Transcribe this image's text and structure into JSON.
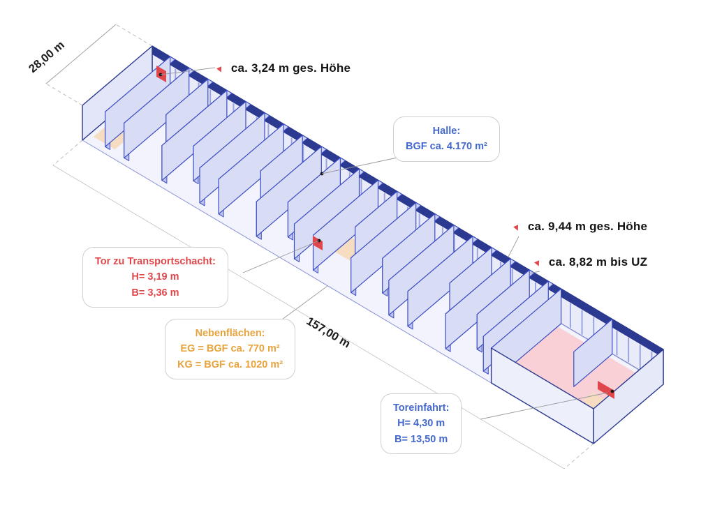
{
  "dimensions": {
    "width_label": "28,00 m",
    "length_label": "157,00 m"
  },
  "height_annotations": [
    {
      "text": "ca. 3,24 m ges. Höhe"
    },
    {
      "text": "ca. 9,44 m ges. Höhe"
    },
    {
      "text": "ca. 8,82 m bis UZ"
    }
  ],
  "callouts": {
    "halle": {
      "title": "Halle:",
      "lines": [
        "BGF ca. 4.170 m²"
      ]
    },
    "tor_transportschacht": {
      "title": "Tor zu Transportschacht:",
      "lines": [
        "H= 3,19 m",
        "B= 3,36 m"
      ]
    },
    "nebenflaechen": {
      "title": "Nebenflächen:",
      "lines": [
        "EG = BGF ca. 770 m²",
        "KG = BGF ca. 1020 m²"
      ]
    },
    "toreinfahrt": {
      "title": "Toreinfahrt:",
      "lines": [
        "H= 4,30 m",
        "B= 13,50 m"
      ]
    }
  },
  "colors": {
    "navy": "#2b3990",
    "blue": "#3a4cc4",
    "wall_face": "#d9dcf5",
    "wall_top": "#cdd2f1",
    "wall_cap": "#bcc2ea",
    "back_wall": "#e9ebf9",
    "floor": "#f2f3fc",
    "post": "#9aa4e2",
    "red": "#e0474c",
    "orange": "#e8a33d",
    "tan": "#f6dcc0",
    "pink": "#f8d0d6",
    "callout_blue": "#4468cc",
    "leader_gray": "#9a9a9a"
  }
}
